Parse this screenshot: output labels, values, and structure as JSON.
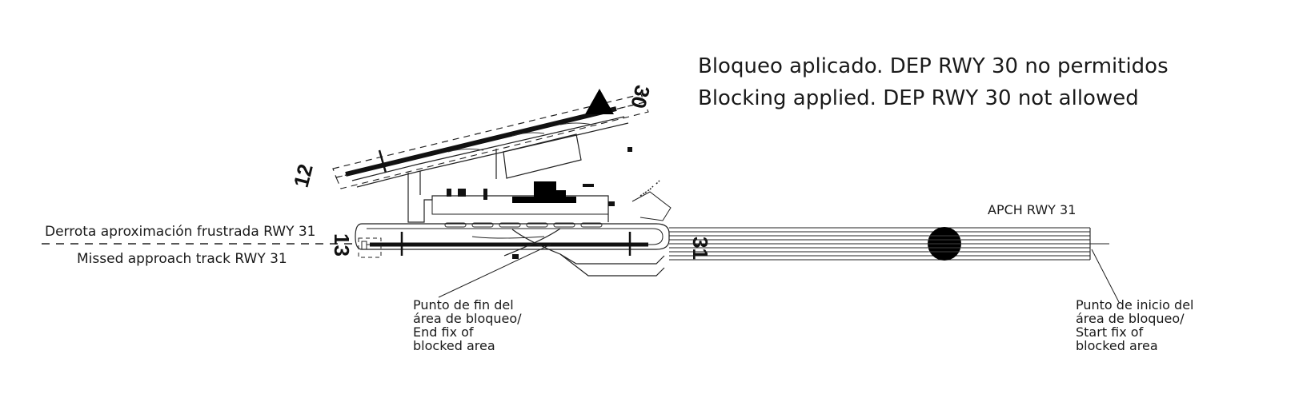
{
  "notice": {
    "line_es": "Bloqueo aplicado. DEP RWY 30 no permitidos",
    "line_en": "Blocking applied. DEP RWY 30 not allowed"
  },
  "runways": {
    "rwy12": "12",
    "rwy30": "30",
    "rwy13": "13",
    "rwy31": "31"
  },
  "labels": {
    "apch": "APCH RWY 31",
    "missed_es": "Derrota aproximación frustrada RWY 31",
    "missed_en": "Missed approach track RWY 31",
    "end_fix": [
      "Punto de fin del",
      "área de bloqueo/",
      "End fix of",
      "blocked area"
    ],
    "start_fix": [
      "Punto de inicio del",
      "área de bloqueo/",
      "Start fix of",
      "blocked area"
    ]
  },
  "colors": {
    "ink": "#1a1a1a",
    "background": "#ffffff"
  },
  "symbols": {
    "blocked_departure": "triangle-icon",
    "approach_fix": "circle-icon"
  }
}
